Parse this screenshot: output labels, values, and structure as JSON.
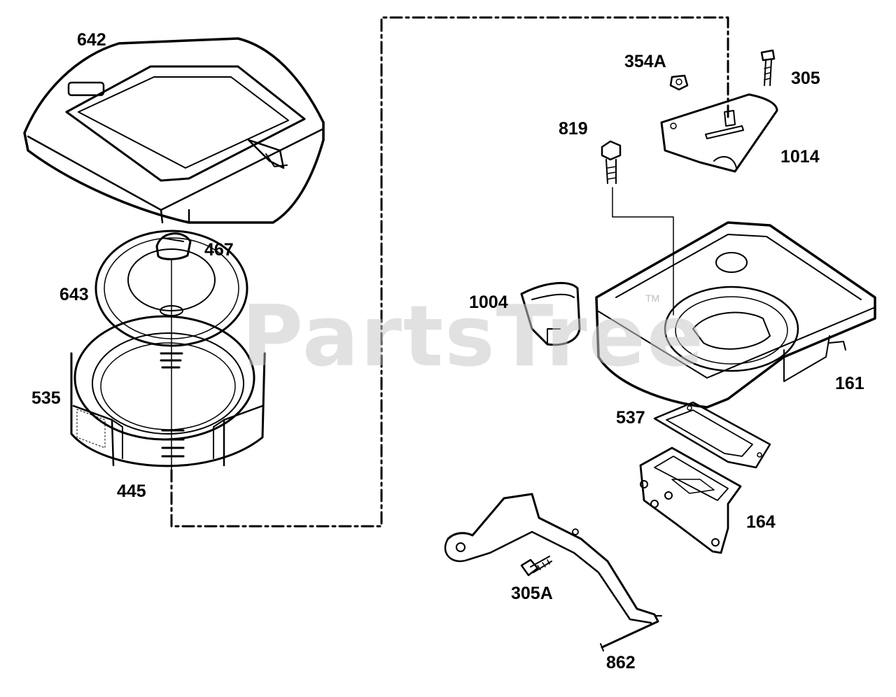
{
  "watermark": {
    "text": "PartsTree",
    "tm": "TM"
  },
  "callouts": {
    "p642": "642",
    "p467": "467",
    "p643": "643",
    "p535": "535",
    "p445": "445",
    "p354a": "354A",
    "p305": "305",
    "p819": "819",
    "p1014": "1014",
    "p1004": "1004",
    "p161": "161",
    "p537": "537",
    "p164": "164",
    "p305a": "305A",
    "p862": "862"
  },
  "colors": {
    "ink": "#000000",
    "paper": "#ffffff",
    "watermark": "#c9c9c9"
  }
}
